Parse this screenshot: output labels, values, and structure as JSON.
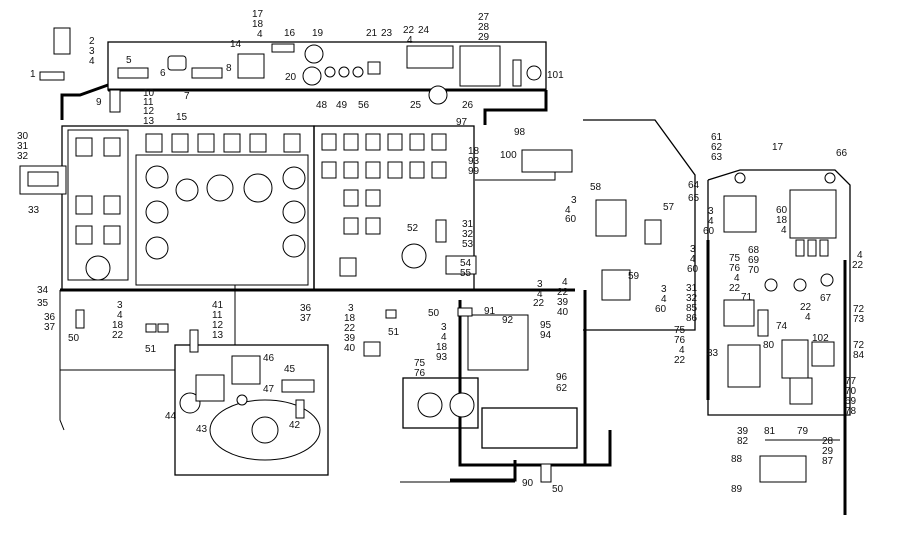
{
  "callouts": [
    {
      "id": "c1",
      "text": "1"
    },
    {
      "id": "c2",
      "text": "2"
    },
    {
      "id": "c3",
      "text": "3"
    },
    {
      "id": "c4a",
      "text": "4"
    },
    {
      "id": "c5",
      "text": "5"
    },
    {
      "id": "c6",
      "text": "6"
    },
    {
      "id": "c7",
      "text": "7"
    },
    {
      "id": "c8",
      "text": "8"
    },
    {
      "id": "c9",
      "text": "9"
    },
    {
      "id": "c10",
      "text": "10"
    },
    {
      "id": "c11",
      "text": "11"
    },
    {
      "id": "c12",
      "text": "12"
    },
    {
      "id": "c13",
      "text": "13"
    },
    {
      "id": "c14",
      "text": "14"
    },
    {
      "id": "c15",
      "text": "15"
    },
    {
      "id": "c16",
      "text": "16"
    },
    {
      "id": "c17a",
      "text": "17"
    },
    {
      "id": "c18a",
      "text": "18"
    },
    {
      "id": "c4b",
      "text": "4"
    },
    {
      "id": "c19",
      "text": "19"
    },
    {
      "id": "c20",
      "text": "20"
    },
    {
      "id": "c21",
      "text": "21"
    },
    {
      "id": "c23",
      "text": "23"
    },
    {
      "id": "c22a",
      "text": "22"
    },
    {
      "id": "c4c",
      "text": "4"
    },
    {
      "id": "c24",
      "text": "24"
    },
    {
      "id": "c27",
      "text": "27"
    },
    {
      "id": "c28a",
      "text": "28"
    },
    {
      "id": "c29a",
      "text": "29"
    },
    {
      "id": "c101",
      "text": "101"
    },
    {
      "id": "c48",
      "text": "48"
    },
    {
      "id": "c49",
      "text": "49"
    },
    {
      "id": "c56",
      "text": "56"
    },
    {
      "id": "c25",
      "text": "25"
    },
    {
      "id": "c26",
      "text": "26"
    },
    {
      "id": "c97",
      "text": "97"
    },
    {
      "id": "c98",
      "text": "98"
    },
    {
      "id": "c100",
      "text": "100"
    },
    {
      "id": "c18b",
      "text": "18"
    },
    {
      "id": "c93a",
      "text": "93"
    },
    {
      "id": "c99",
      "text": "99"
    },
    {
      "id": "c30",
      "text": "30"
    },
    {
      "id": "c31a",
      "text": "31"
    },
    {
      "id": "c32a",
      "text": "32"
    },
    {
      "id": "c33",
      "text": "33"
    },
    {
      "id": "c52",
      "text": "52"
    },
    {
      "id": "c31b",
      "text": "31"
    },
    {
      "id": "c32b",
      "text": "32"
    },
    {
      "id": "c53",
      "text": "53"
    },
    {
      "id": "c54",
      "text": "54"
    },
    {
      "id": "c55",
      "text": "55"
    },
    {
      "id": "c3b",
      "text": "3"
    },
    {
      "id": "c4d",
      "text": "4"
    },
    {
      "id": "c60a",
      "text": "60"
    },
    {
      "id": "c58",
      "text": "58"
    },
    {
      "id": "c57",
      "text": "57"
    },
    {
      "id": "c3c",
      "text": "3"
    },
    {
      "id": "c4e",
      "text": "4"
    },
    {
      "id": "c60b",
      "text": "60"
    },
    {
      "id": "c59",
      "text": "59"
    },
    {
      "id": "c3d",
      "text": "3"
    },
    {
      "id": "c4f",
      "text": "4"
    },
    {
      "id": "c60c",
      "text": "60"
    },
    {
      "id": "c3e",
      "text": "3"
    },
    {
      "id": "c4g",
      "text": "4"
    },
    {
      "id": "c22b",
      "text": "22"
    },
    {
      "id": "c4h",
      "text": "4"
    },
    {
      "id": "c22c",
      "text": "22"
    },
    {
      "id": "c39a",
      "text": "39"
    },
    {
      "id": "c40a",
      "text": "40"
    },
    {
      "id": "c34",
      "text": "34"
    },
    {
      "id": "c35",
      "text": "35"
    },
    {
      "id": "c36a",
      "text": "36"
    },
    {
      "id": "c37a",
      "text": "37"
    },
    {
      "id": "c50a",
      "text": "50"
    },
    {
      "id": "c3f",
      "text": "3"
    },
    {
      "id": "c4i",
      "text": "4"
    },
    {
      "id": "c18c",
      "text": "18"
    },
    {
      "id": "c22d",
      "text": "22"
    },
    {
      "id": "c51a",
      "text": "51"
    },
    {
      "id": "c41",
      "text": "41"
    },
    {
      "id": "c11b",
      "text": "11"
    },
    {
      "id": "c12b",
      "text": "12"
    },
    {
      "id": "c13b",
      "text": "13"
    },
    {
      "id": "c36b",
      "text": "36"
    },
    {
      "id": "c37b",
      "text": "37"
    },
    {
      "id": "c3g",
      "text": "3"
    },
    {
      "id": "c18d",
      "text": "18"
    },
    {
      "id": "c22e",
      "text": "22"
    },
    {
      "id": "c39b",
      "text": "39"
    },
    {
      "id": "c40b",
      "text": "40"
    },
    {
      "id": "c51b",
      "text": "51"
    },
    {
      "id": "c50b",
      "text": "50"
    },
    {
      "id": "c91",
      "text": "91"
    },
    {
      "id": "c92",
      "text": "92"
    },
    {
      "id": "c95",
      "text": "95"
    },
    {
      "id": "c94",
      "text": "94"
    },
    {
      "id": "c3h",
      "text": "3"
    },
    {
      "id": "c4j",
      "text": "4"
    },
    {
      "id": "c18e",
      "text": "18"
    },
    {
      "id": "c93b",
      "text": "93"
    },
    {
      "id": "c75a",
      "text": "75"
    },
    {
      "id": "c76a",
      "text": "76"
    },
    {
      "id": "c96",
      "text": "96"
    },
    {
      "id": "c62",
      "text": "62"
    },
    {
      "id": "c46",
      "text": "46"
    },
    {
      "id": "c45",
      "text": "45"
    },
    {
      "id": "c47",
      "text": "47"
    },
    {
      "id": "c44",
      "text": "44"
    },
    {
      "id": "c43",
      "text": "43"
    },
    {
      "id": "c42",
      "text": "42"
    },
    {
      "id": "c90",
      "text": "90"
    },
    {
      "id": "c50c",
      "text": "50"
    },
    {
      "id": "c61",
      "text": "61"
    },
    {
      "id": "c62b",
      "text": "62"
    },
    {
      "id": "c63",
      "text": "63"
    },
    {
      "id": "c17b",
      "text": "17"
    },
    {
      "id": "c66",
      "text": "66"
    },
    {
      "id": "c64",
      "text": "64"
    },
    {
      "id": "c65",
      "text": "65"
    },
    {
      "id": "c3i",
      "text": "3"
    },
    {
      "id": "c4k",
      "text": "4"
    },
    {
      "id": "c60d",
      "text": "60"
    },
    {
      "id": "c60e",
      "text": "60"
    },
    {
      "id": "c18f",
      "text": "18"
    },
    {
      "id": "c4l",
      "text": "4"
    },
    {
      "id": "c68",
      "text": "68"
    },
    {
      "id": "c69a",
      "text": "69"
    },
    {
      "id": "c70a",
      "text": "70"
    },
    {
      "id": "c4m",
      "text": "4"
    },
    {
      "id": "c22f",
      "text": "22"
    },
    {
      "id": "c75b",
      "text": "75"
    },
    {
      "id": "c76b",
      "text": "76"
    },
    {
      "id": "c4n",
      "text": "4"
    },
    {
      "id": "c22g",
      "text": "22"
    },
    {
      "id": "c67",
      "text": "67"
    },
    {
      "id": "c31c",
      "text": "31"
    },
    {
      "id": "c32c",
      "text": "32"
    },
    {
      "id": "c85",
      "text": "85"
    },
    {
      "id": "c86",
      "text": "86"
    },
    {
      "id": "c71",
      "text": "71"
    },
    {
      "id": "c22h",
      "text": "22"
    },
    {
      "id": "c4o",
      "text": "4"
    },
    {
      "id": "c72a",
      "text": "72"
    },
    {
      "id": "c73",
      "text": "73"
    },
    {
      "id": "c74",
      "text": "74"
    },
    {
      "id": "c75c",
      "text": "75"
    },
    {
      "id": "c76c",
      "text": "76"
    },
    {
      "id": "c4p",
      "text": "4"
    },
    {
      "id": "c22i",
      "text": "22"
    },
    {
      "id": "c80",
      "text": "80"
    },
    {
      "id": "c102",
      "text": "102"
    },
    {
      "id": "c72b",
      "text": "72"
    },
    {
      "id": "c84",
      "text": "84"
    },
    {
      "id": "c83",
      "text": "83"
    },
    {
      "id": "c77",
      "text": "77"
    },
    {
      "id": "c70b",
      "text": "70"
    },
    {
      "id": "c69b",
      "text": "69"
    },
    {
      "id": "c78",
      "text": "78"
    },
    {
      "id": "c39c",
      "text": "39"
    },
    {
      "id": "c82",
      "text": "82"
    },
    {
      "id": "c81",
      "text": "81"
    },
    {
      "id": "c79",
      "text": "79"
    },
    {
      "id": "c28b",
      "text": "28"
    },
    {
      "id": "c29b",
      "text": "29"
    },
    {
      "id": "c87",
      "text": "87"
    },
    {
      "id": "c88",
      "text": "88"
    },
    {
      "id": "c89",
      "text": "89"
    }
  ]
}
